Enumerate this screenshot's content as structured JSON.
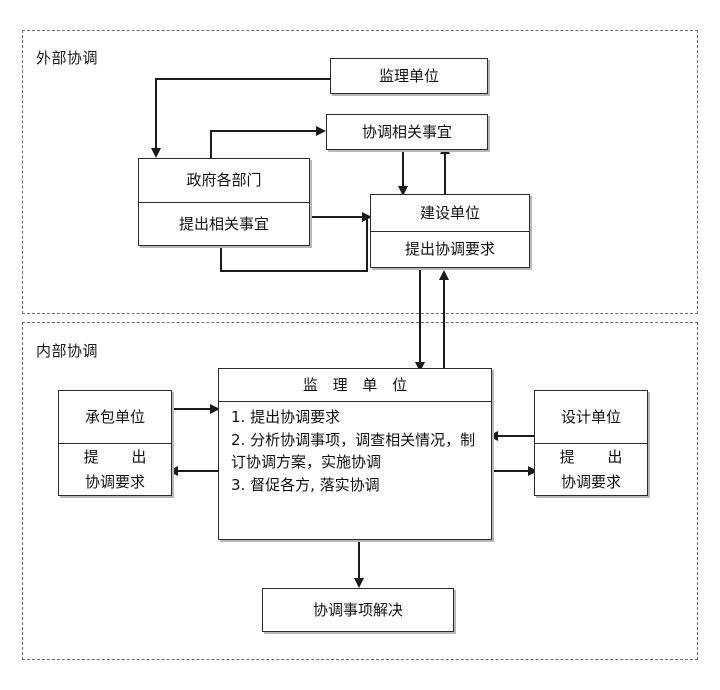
{
  "diagram": {
    "sections": [
      {
        "label": "外部协调"
      },
      {
        "label": "内部协调"
      }
    ],
    "nodes": {
      "supervision_top": {
        "title": "监理单位"
      },
      "coordination_matters": {
        "title": "协调相关事宜"
      },
      "government": {
        "title": "政府各部门",
        "sub": "提出相关事宜"
      },
      "construction": {
        "title": "建设单位",
        "sub": "提出协调要求"
      },
      "contractor": {
        "title": "承包单位",
        "sub_line1": "提 出",
        "sub_line2": "协调要求"
      },
      "design": {
        "title": "设计单位",
        "sub_line1": "提 出",
        "sub_line2": "协调要求"
      },
      "supervision_main": {
        "title": "监 理 单 位",
        "items": [
          "1. 提出协调要求",
          "2. 分析协调事项，调查相关情况，制订协调方案，实施协调",
          "3. 督促各方, 落实协调"
        ]
      },
      "result": {
        "title": "协调事项解决"
      }
    },
    "colors": {
      "box_border": "#2b2b2b",
      "box_shadow": "#b8b8bf",
      "section_border": "#6b6b7a",
      "connector": "#1b1b1b",
      "background": "#ffffff",
      "text": "#111111"
    }
  }
}
